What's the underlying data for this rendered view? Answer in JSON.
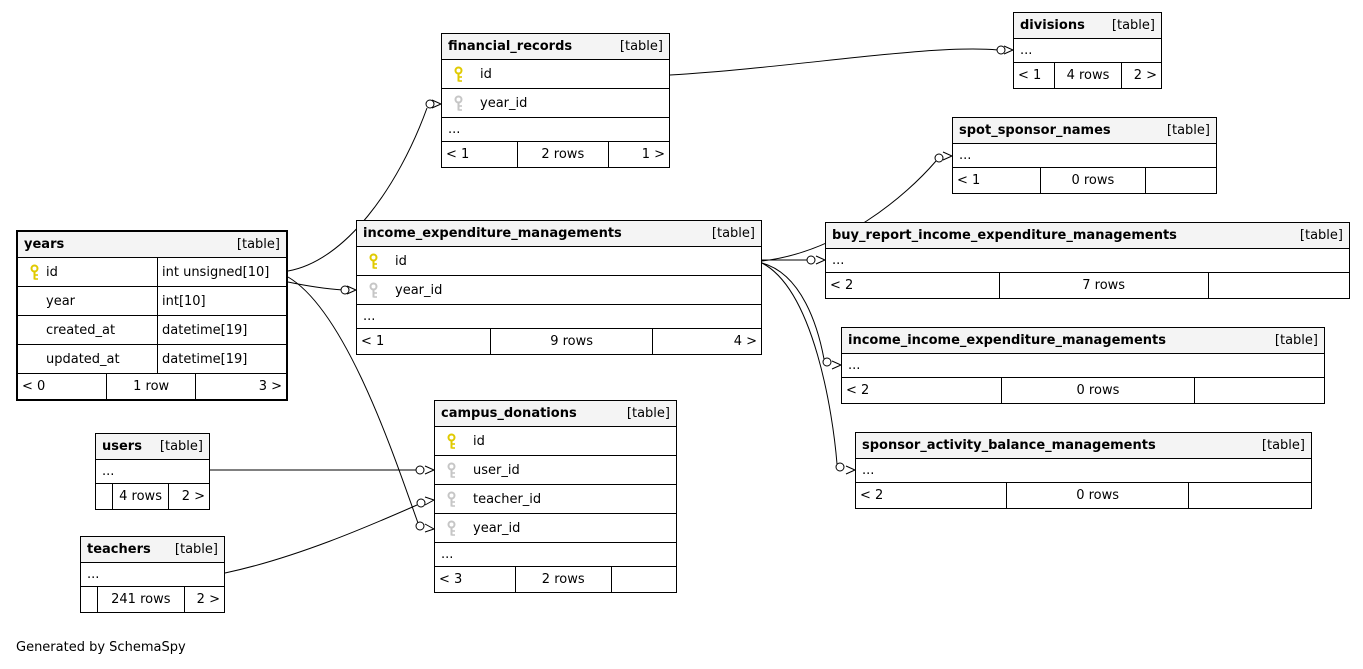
{
  "footer_note": "Generated by SchemaSpy",
  "colors": {
    "pk_key": "#e0ca00",
    "fk_key": "#c6c6c6",
    "border": "#000000",
    "header_bg": "#f4f4f4"
  },
  "tables": [
    {
      "name": "financial_records",
      "tag": "[table]",
      "columns": [
        {
          "name": "id",
          "key": "pk"
        },
        {
          "name": "year_id",
          "key": "fk"
        }
      ],
      "ellipsis": "...",
      "pager": {
        "prev": "< 1",
        "rows": "2 rows",
        "next": "1 >"
      }
    },
    {
      "name": "divisions",
      "tag": "[table]",
      "columns": [],
      "ellipsis": "...",
      "pager": {
        "prev": "< 1",
        "rows": "4 rows",
        "next": "2 >"
      }
    },
    {
      "name": "spot_sponsor_names",
      "tag": "[table]",
      "columns": [],
      "ellipsis": "...",
      "pager": {
        "prev": "< 1",
        "rows": "0 rows",
        "next": ""
      }
    },
    {
      "name": "years",
      "tag": "[table]",
      "columns": [
        {
          "name": "id",
          "type": "int unsigned[10]",
          "key": "pk"
        },
        {
          "name": "year",
          "type": "int[10]",
          "key": null
        },
        {
          "name": "created_at",
          "type": "datetime[19]",
          "key": null
        },
        {
          "name": "updated_at",
          "type": "datetime[19]",
          "key": null
        }
      ],
      "ellipsis": null,
      "pager": {
        "prev": "< 0",
        "rows": "1 row",
        "next": "3 >"
      }
    },
    {
      "name": "income_expenditure_managements",
      "tag": "[table]",
      "columns": [
        {
          "name": "id",
          "key": "pk"
        },
        {
          "name": "year_id",
          "key": "fk"
        }
      ],
      "ellipsis": "...",
      "pager": {
        "prev": "< 1",
        "rows": "9 rows",
        "next": "4 >"
      }
    },
    {
      "name": "buy_report_income_expenditure_managements",
      "tag": "[table]",
      "columns": [],
      "ellipsis": "...",
      "pager": {
        "prev": "< 2",
        "rows": "7 rows",
        "next": ""
      }
    },
    {
      "name": "income_income_expenditure_managements",
      "tag": "[table]",
      "columns": [],
      "ellipsis": "...",
      "pager": {
        "prev": "< 2",
        "rows": "0 rows",
        "next": ""
      }
    },
    {
      "name": "sponsor_activity_balance_managements",
      "tag": "[table]",
      "columns": [],
      "ellipsis": "...",
      "pager": {
        "prev": "< 2",
        "rows": "0 rows",
        "next": ""
      }
    },
    {
      "name": "users",
      "tag": "[table]",
      "columns": [],
      "ellipsis": "...",
      "pager": {
        "prev": "",
        "rows": "4 rows",
        "next": "2 >"
      }
    },
    {
      "name": "campus_donations",
      "tag": "[table]",
      "columns": [
        {
          "name": "id",
          "key": "pk"
        },
        {
          "name": "user_id",
          "key": "fk"
        },
        {
          "name": "teacher_id",
          "key": "fk"
        },
        {
          "name": "year_id",
          "key": "fk"
        }
      ],
      "ellipsis": "...",
      "pager": {
        "prev": "< 3",
        "rows": "2 rows",
        "next": ""
      }
    },
    {
      "name": "teachers",
      "tag": "[table]",
      "columns": [],
      "ellipsis": "...",
      "pager": {
        "prev": "",
        "rows": "241 rows",
        "next": "2 >"
      }
    }
  ],
  "edges": [
    {
      "from": "years",
      "to": "financial_records.year_id"
    },
    {
      "from": "years",
      "to": "income_expenditure_managements.year_id"
    },
    {
      "from": "years",
      "to": "campus_donations.year_id"
    },
    {
      "from": "financial_records",
      "to": "divisions"
    },
    {
      "from": "income_expenditure_managements",
      "to": "spot_sponsor_names"
    },
    {
      "from": "income_expenditure_managements",
      "to": "buy_report_income_expenditure_managements"
    },
    {
      "from": "income_expenditure_managements",
      "to": "income_income_expenditure_managements"
    },
    {
      "from": "income_expenditure_managements",
      "to": "sponsor_activity_balance_managements"
    },
    {
      "from": "users",
      "to": "campus_donations.user_id"
    },
    {
      "from": "teachers",
      "to": "campus_donations.teacher_id"
    }
  ]
}
